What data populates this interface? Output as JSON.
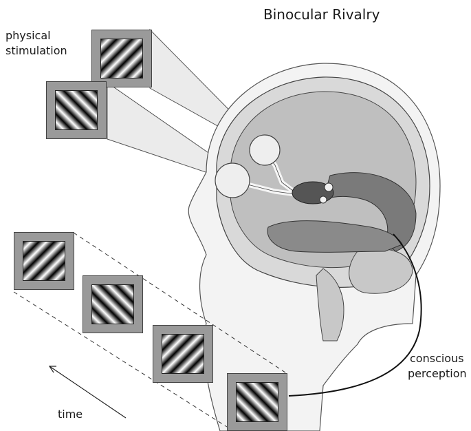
{
  "title": "Binocular Rivalry",
  "labels": {
    "physical_line1": "physical",
    "physical_line2": "stimulation",
    "conscious_line1": "conscious",
    "conscious_line2": "perception",
    "time": "time"
  },
  "colors": {
    "stim_frame": "#9a9a9a",
    "brain_outer": "#d9d9d9",
    "brain_mid": "#bfbfbf",
    "brain_dark": "#7a7a7a",
    "eye_fill": "#eeeeee"
  },
  "icons": [
    "brain-diagram",
    "eye-circle",
    "grating-stimulus",
    "time-arrow"
  ]
}
